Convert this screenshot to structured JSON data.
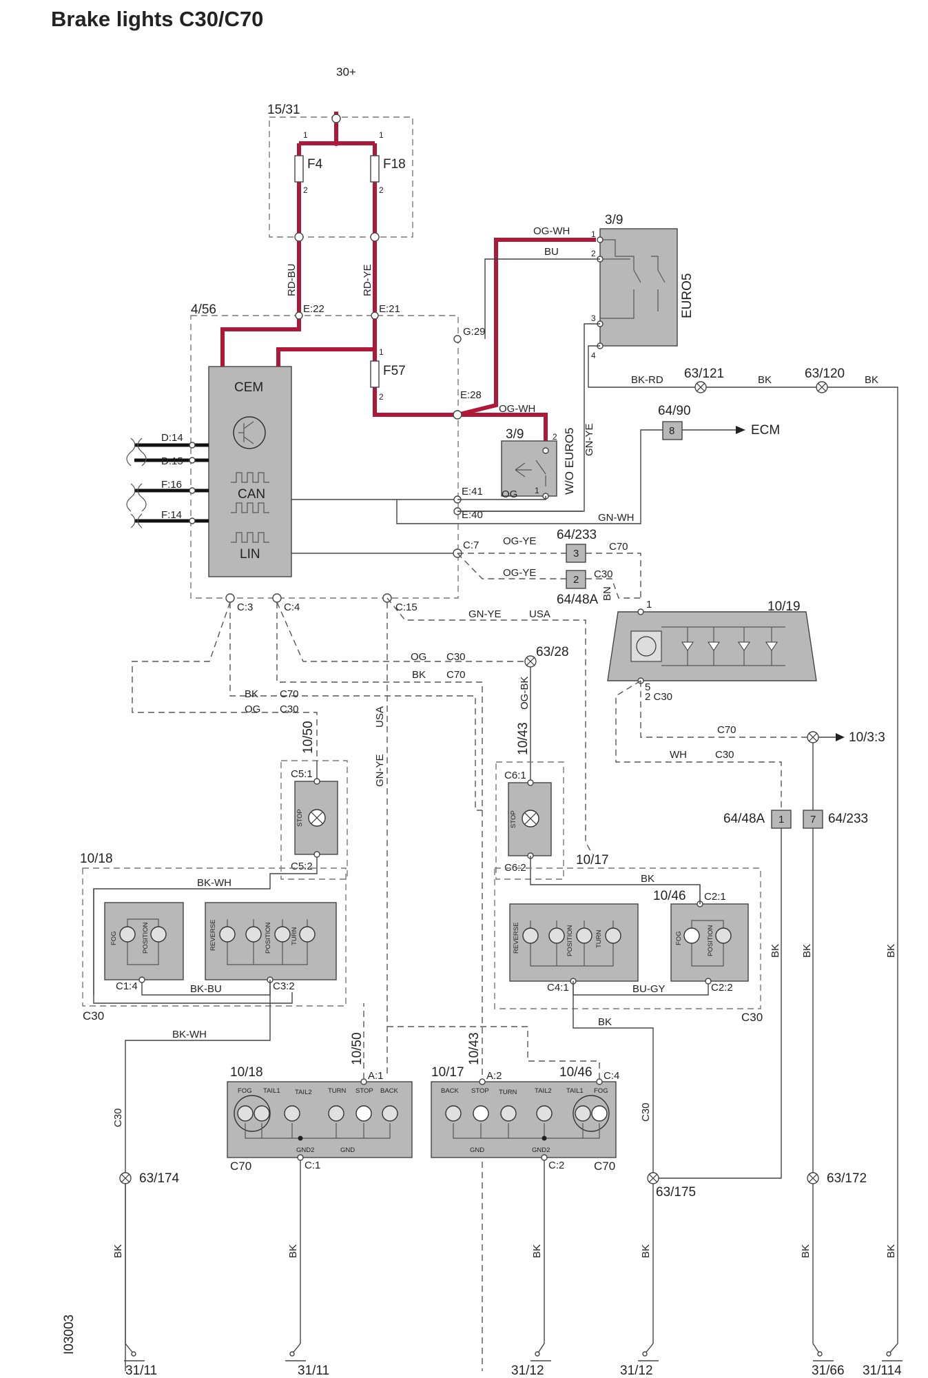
{
  "title": "Brake lights C30/C70",
  "doc_id": "I03003",
  "supply": "30+",
  "fuse_box": {
    "id": "15/31",
    "fuses": [
      {
        "name": "F4",
        "pin_in": "1",
        "pin_out": "2"
      },
      {
        "name": "F18",
        "pin_in": "1",
        "pin_out": "2"
      }
    ]
  },
  "cem": {
    "id": "4/56",
    "name": "CEM",
    "can_label": "CAN",
    "lin_label": "LIN",
    "fuse": {
      "name": "F57",
      "pin_in": "1",
      "pin_out": "2"
    },
    "pins": {
      "e22": "E:22",
      "e21": "E:21",
      "g29": "G:29",
      "e28": "E:28",
      "e41": "E:41",
      "e40": "E:40",
      "c7": "C:7",
      "c3": "C:3",
      "c4": "C:4",
      "c15": "C:15",
      "d14": "D:14",
      "d15": "D:15",
      "f16": "F:16",
      "f14": "F:14"
    }
  },
  "brake_switch_euro5": {
    "id": "3/9",
    "label": "EURO5",
    "pins": [
      "1",
      "2",
      "3",
      "4"
    ]
  },
  "brake_switch_wo_euro5": {
    "id": "3/9",
    "label": "W/O EURO5",
    "pins": [
      "2",
      "1"
    ]
  },
  "ecm": {
    "id": "64/90",
    "pin": "8",
    "label": "ECM"
  },
  "connectors": {
    "c64_233_top": {
      "id": "64/233",
      "pin": "3",
      "variant": "C70"
    },
    "c64_48a_top": {
      "id": "64/48A",
      "pin": "2",
      "variant": "C30"
    },
    "c64_48a_bottom": {
      "id": "64/48A",
      "pin": "1"
    },
    "c64_233_bottom": {
      "id": "64/233",
      "pin": "7"
    }
  },
  "high_mount_stop": {
    "id": "10/19",
    "pin_top": "1",
    "pin_bottom": "5",
    "pin_bottom_c30": "2 C30",
    "ref_out": "10/3:3",
    "ref_variant": "C70"
  },
  "splices": {
    "s63_121": "63/121",
    "s63_120": "63/120",
    "s63_28": "63/28",
    "s63_174": "63/174",
    "s63_175": "63/175",
    "s63_172": "63/172"
  },
  "wires": {
    "rd_bu": "RD-BU",
    "rd_ye": "RD-YE",
    "og_wh": "OG-WH",
    "bu": "BU",
    "bk_rd": "BK-RD",
    "bk": "BK",
    "gn_ye": "GN-YE",
    "gn_wh": "GN-WH",
    "og": "OG",
    "og_ye": "OG-YE",
    "bn": "BN",
    "bk_wh": "BK-WH",
    "bk_bu": "BK-BU",
    "bu_gy": "BU-GY",
    "wh": "WH",
    "og_bk": "OG-BK",
    "usa": "USA"
  },
  "variants": {
    "c30": "C30",
    "c70": "C70",
    "usa": "USA"
  },
  "stop_lamps": {
    "left": {
      "ref": "10/50",
      "pin_top": "C5:1",
      "pin_bottom": "C5:2",
      "label": "STOP"
    },
    "right": {
      "ref": "10/43",
      "pin_top": "C6:1",
      "pin_bottom": "C6:2",
      "label": "STOP"
    }
  },
  "c30_left_cluster": {
    "id": "10/18",
    "variant": "C30",
    "pins": {
      "c1_4": "C1:4",
      "c3_2": "C3:2"
    },
    "lamp_labels": [
      "FOG",
      "POSITION",
      "REVERSE",
      "POSITION",
      "TURN"
    ]
  },
  "c30_right_cluster": {
    "id": "10/17",
    "sub_id": "10/46",
    "variant": "C30",
    "pins": {
      "c4_1": "C4:1",
      "c2_1": "C2:1",
      "c2_2": "C2:2"
    },
    "lamp_labels": [
      "REVERSE",
      "POSITION",
      "TURN",
      "FOG",
      "POSITION"
    ]
  },
  "c70_left_cluster": {
    "id": "10/18",
    "ref": "10/50",
    "variant": "C70",
    "pins": {
      "a1": "A:1",
      "c1": "C:1"
    },
    "lamp_labels": [
      "FOG",
      "TAIL1",
      "TAIL2",
      "TURN",
      "STOP",
      "BACK"
    ],
    "gnd_labels": [
      "GND2",
      "GND"
    ]
  },
  "c70_right_cluster": {
    "id": "10/17",
    "sub_id": "10/46",
    "ref": "10/43",
    "variant": "C70",
    "pins": {
      "a2": "A:2",
      "c2": "C:2",
      "c4": "C:4"
    },
    "lamp_labels": [
      "BACK",
      "STOP",
      "TURN",
      "TAIL2",
      "TAIL1",
      "FOG"
    ],
    "gnd_labels": [
      "GND",
      "GND2"
    ]
  },
  "grounds": [
    "31/11",
    "31/11",
    "31/12",
    "31/12",
    "31/66",
    "31/114"
  ]
}
